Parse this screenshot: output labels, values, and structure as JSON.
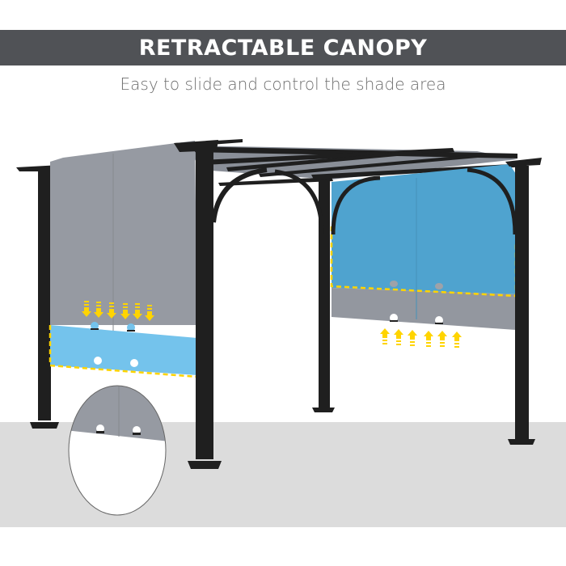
{
  "banner": {
    "title": "RETRACTABLE CANOPY",
    "background": "#505256",
    "text_color": "#ffffff"
  },
  "subtitle": "Easy to slide and control the shade area",
  "illustration": {
    "subject": "pergola with retractable canopy",
    "colors": {
      "frame": "#222222",
      "canopy_grey": "#93979f",
      "canopy_blue_left": "#72c4ec",
      "canopy_blue_right": "#4da3cf",
      "arrow_yellow": "#ffd400",
      "ground": "#dcdcdc"
    },
    "left_panel": {
      "label": "canopy-extended-down",
      "arrow_direction": "down",
      "arrow_count": 6
    },
    "right_panel": {
      "label": "canopy-retracted-up",
      "arrow_direction": "up",
      "arrow_count": 6
    },
    "detail_callout": "magnified-canopy-edge"
  }
}
